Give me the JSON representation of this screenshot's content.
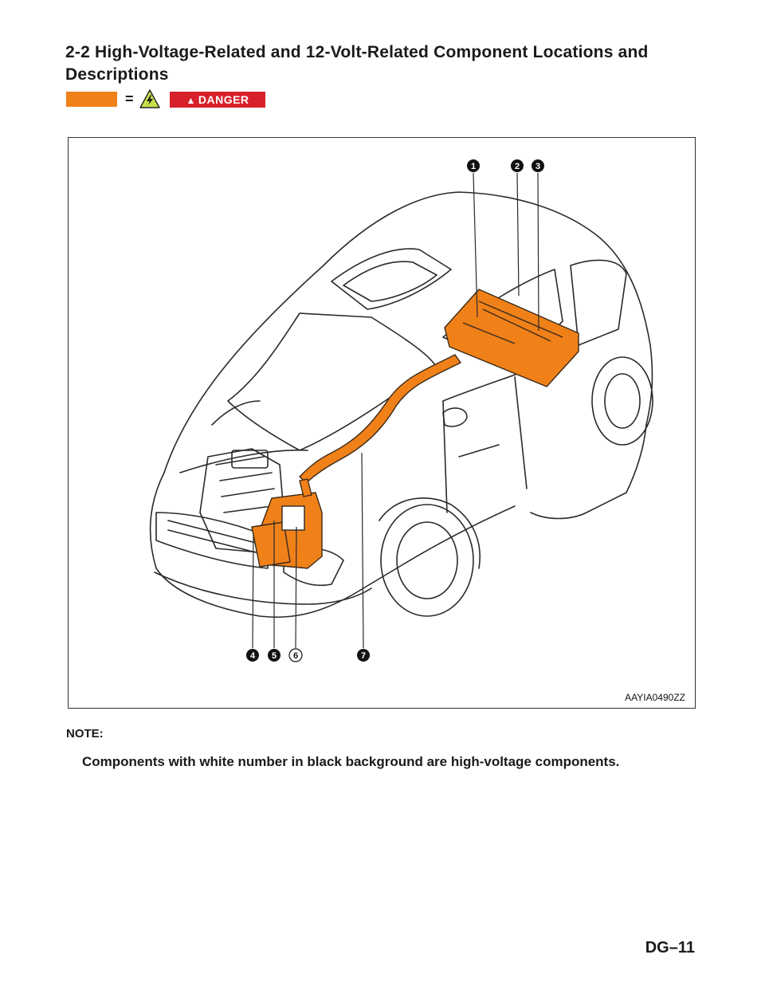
{
  "header": {
    "title": "2-2  High-Voltage-Related and 12-Volt-Related Component Locations and Descriptions"
  },
  "legend": {
    "equals": "=",
    "hv_icon": "high-voltage-warning-icon",
    "danger_label": "DANGER",
    "orange_color": "#f08119",
    "danger_color": "#d7202a"
  },
  "figure": {
    "code": "AAYIA0490ZZ",
    "callouts": [
      {
        "num": "1",
        "style": "high-voltage"
      },
      {
        "num": "2",
        "style": "high-voltage"
      },
      {
        "num": "3",
        "style": "high-voltage"
      },
      {
        "num": "4",
        "style": "high-voltage"
      },
      {
        "num": "5",
        "style": "high-voltage"
      },
      {
        "num": "6",
        "style": "12-volt"
      },
      {
        "num": "7",
        "style": "high-voltage"
      }
    ]
  },
  "note": {
    "label": "NOTE:",
    "text": "Components with white number in black background are high-voltage components."
  },
  "footer": {
    "page": "DG–11"
  }
}
